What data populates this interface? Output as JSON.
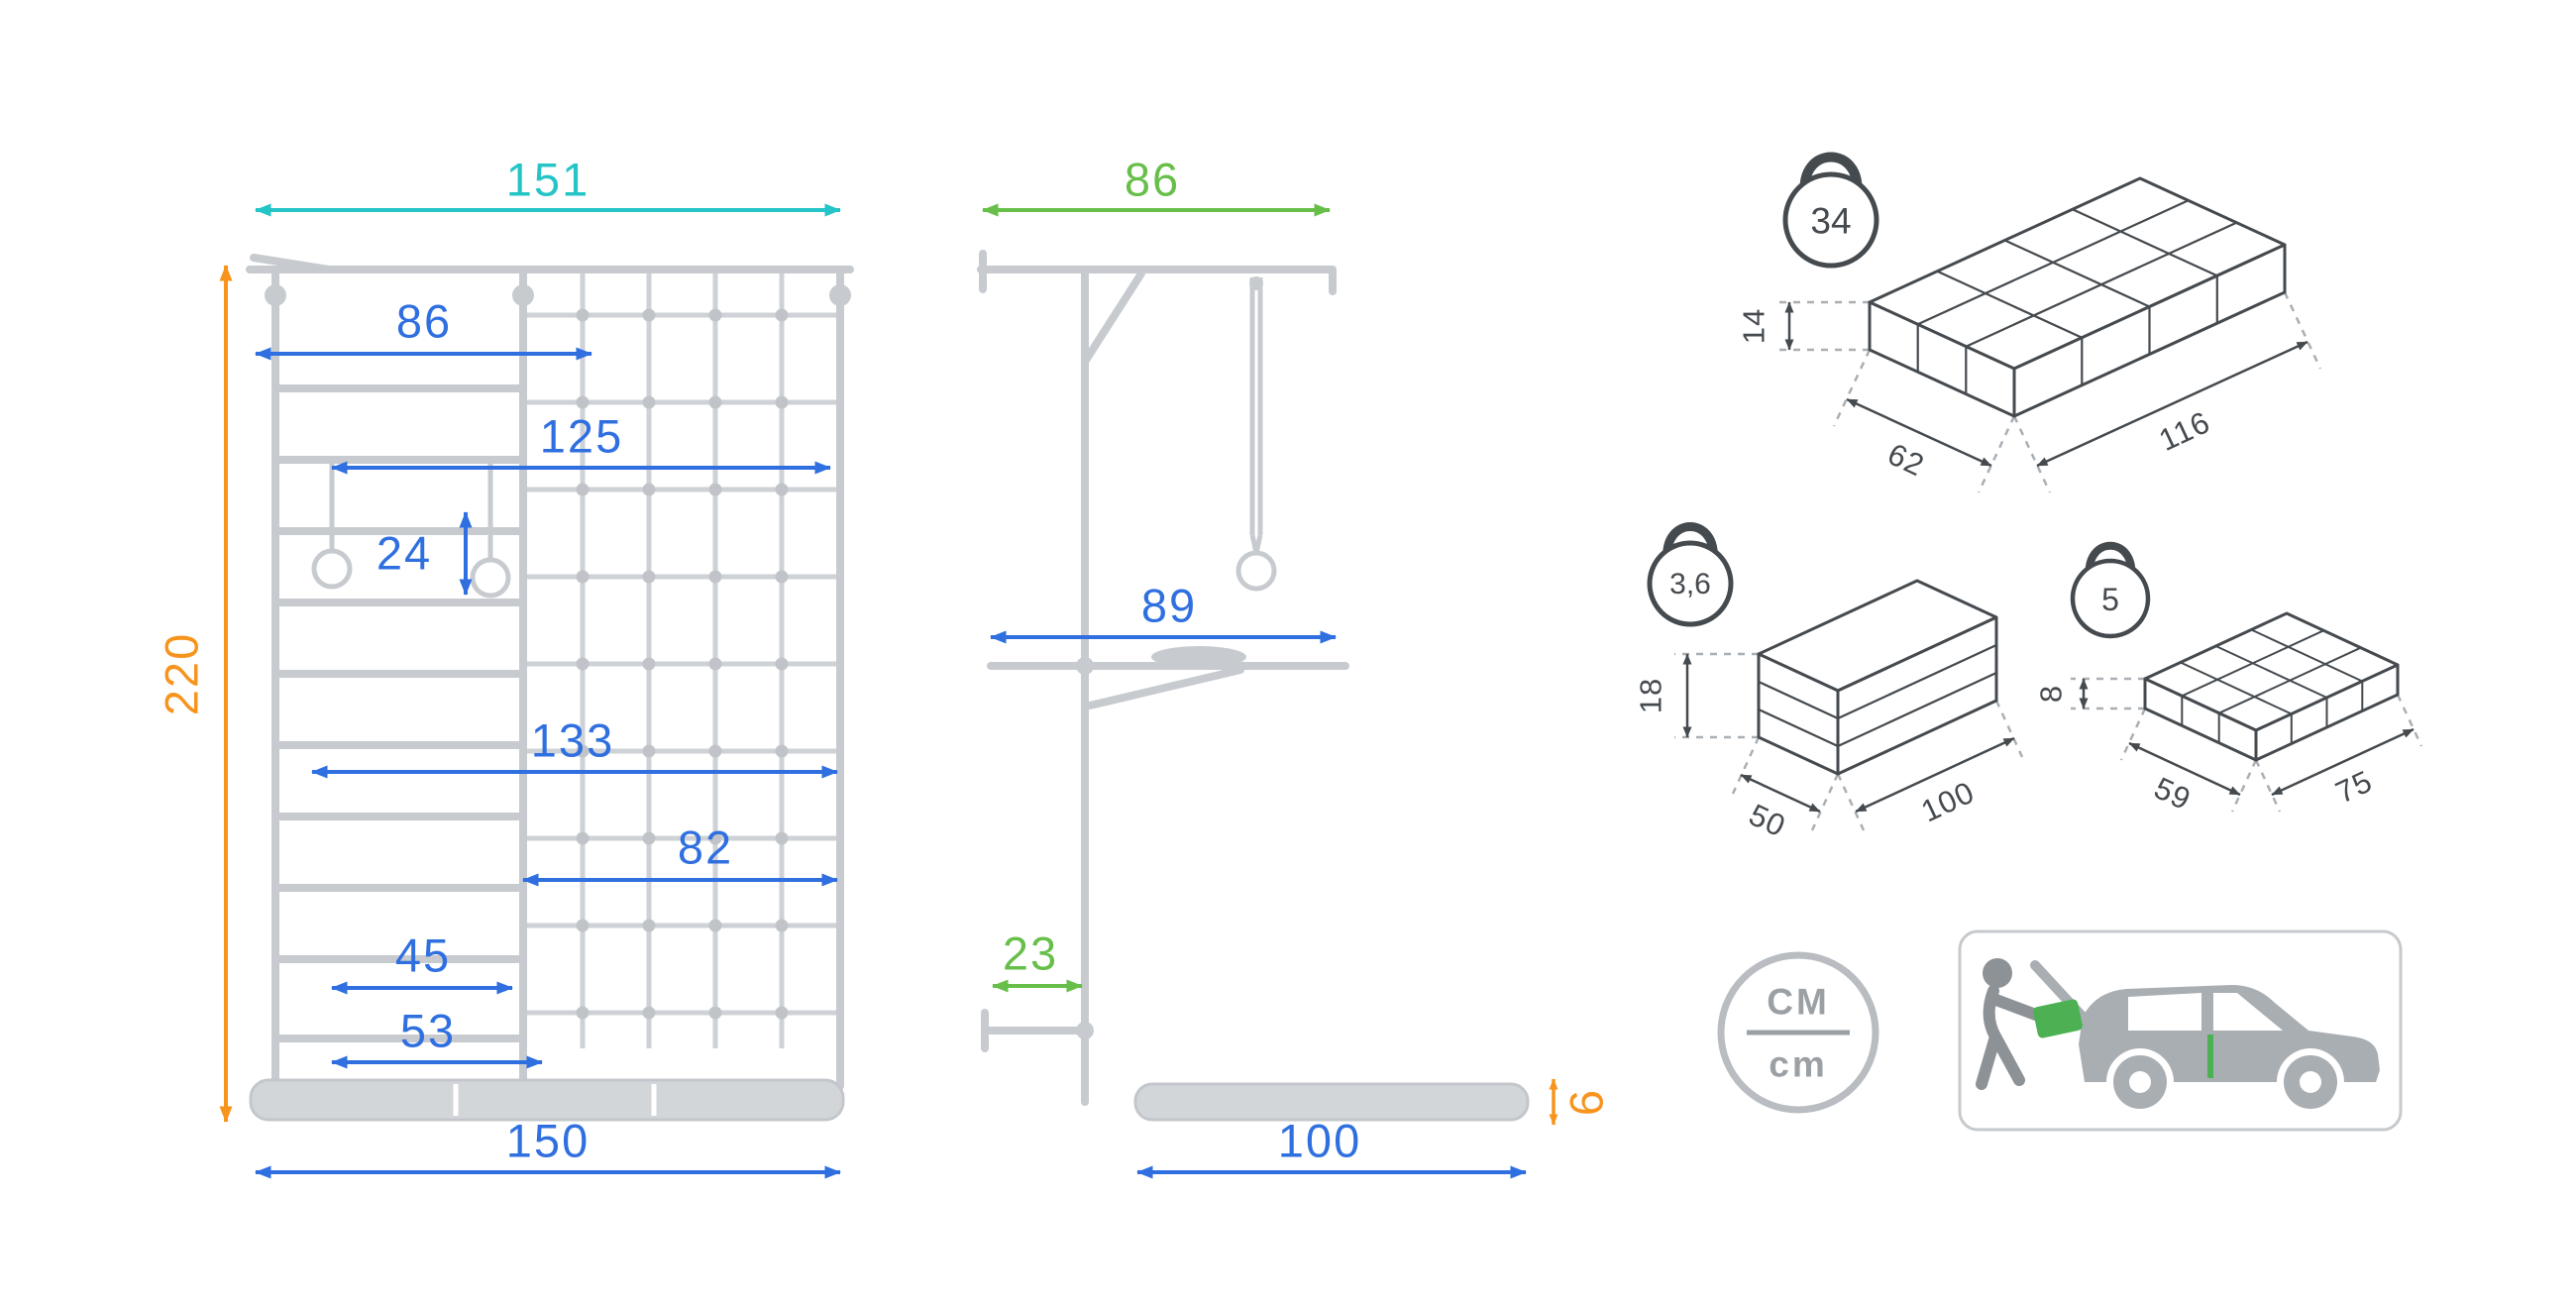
{
  "front_view": {
    "width_total": "151",
    "height_total": "220",
    "top_bar_width": "86",
    "net_span": "125",
    "ring_spacing": "24",
    "span_133": "133",
    "net_width": "82",
    "rung_width": "45",
    "span_53": "53",
    "mat_length": "150"
  },
  "side_view": {
    "depth_total": "86",
    "bar_length": "89",
    "wall_offset": "23",
    "mat_thickness": "6",
    "mat_length": "100"
  },
  "packages": {
    "large": {
      "weight_kg": "34",
      "height": "14",
      "depth": "62",
      "length": "116"
    },
    "mats": {
      "weight_kg": "3,6",
      "height": "18",
      "depth": "50",
      "length": "100"
    },
    "small": {
      "weight_kg": "5",
      "height": "8",
      "depth": "59",
      "length": "75"
    }
  },
  "units_badge": {
    "top": "CM",
    "bottom": "cm"
  },
  "colors": {
    "teal": "#24c4c7",
    "green": "#67bf4a",
    "blue": "#2f6fe0",
    "orange": "#f7941d",
    "structure": "#c7cbcf",
    "dark": "#454a4f"
  }
}
